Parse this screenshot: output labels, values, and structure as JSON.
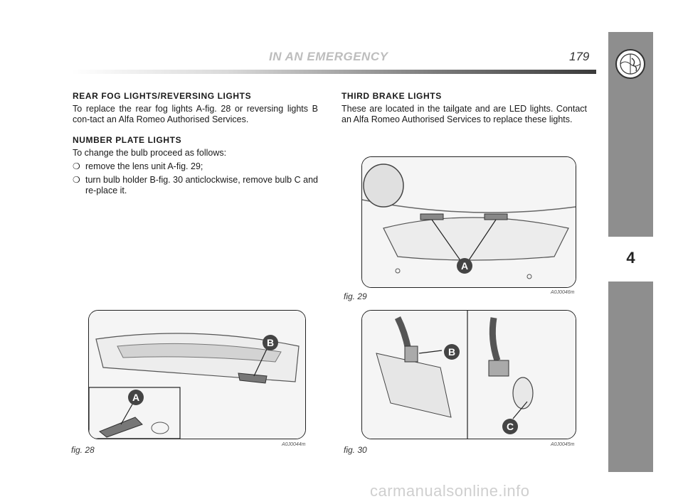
{
  "header": {
    "title": "IN AN EMERGENCY",
    "page_number": "179"
  },
  "side_tab": {
    "chapter": "4"
  },
  "left_column": {
    "section1": {
      "heading": "REAR FOG LIGHTS/REVERSING LIGHTS",
      "body": "To replace the rear fog lights A-fig. 28 or reversing lights B con-tact an Alfa Romeo Authorised Services."
    },
    "section2": {
      "heading": "NUMBER PLATE LIGHTS",
      "intro": "To change the bulb proceed as follows:",
      "bullets": [
        "remove the lens unit A-fig. 29;",
        "turn bulb holder B-fig. 30 anticlockwise, remove bulb C and re-place it."
      ]
    }
  },
  "right_column": {
    "heading": "THIRD BRAKE LIGHTS",
    "body": "These are located in the tailgate and are LED lights. Contact an Alfa Romeo Authorised Services to replace these lights."
  },
  "figures": {
    "fig28": {
      "caption": "fig. 28",
      "code": "A0J0044m",
      "label_a": "A",
      "label_b": "B"
    },
    "fig29": {
      "caption": "fig. 29",
      "code": "A0J0046m",
      "label_a": "A"
    },
    "fig30": {
      "caption": "fig. 30",
      "code": "A0J0045m",
      "label_b": "B",
      "label_c": "C"
    }
  },
  "watermark": "carmanualsonline.info"
}
